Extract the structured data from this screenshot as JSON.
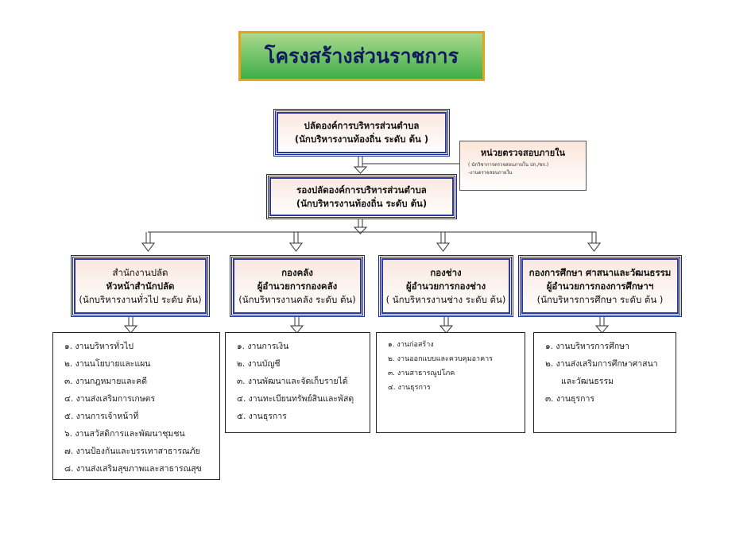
{
  "title": "โครงสร้างส่วนราชการ",
  "chief": {
    "line1": "ปลัดองค์การบริหารส่วนตำบล",
    "line2": "(นักบริหารงานท้องถิ่น ระดับ ต้น )"
  },
  "deputy": {
    "line1": "รองปลัดองค์การบริหารส่วนตำบล",
    "line2": "(นักบริหารงานท้องถิ่น ระดับ ต้น)"
  },
  "audit": {
    "title": "หน่วยตรวจสอบภายใน",
    "line1": "( นักวิชาการตรวจสอบภายใน ปก./ชก.)",
    "line2": "-งานตรวจสอบภายใน"
  },
  "departments": [
    {
      "line1": "สำนักงานปลัด",
      "line2": "หัวหน้าสำนักปลัด",
      "line3": "(นักบริหารงานทั่วไป ระดับ ต้น)",
      "items": [
        "๑. งานบริหารทั่วไป",
        "๒. งานนโยบายและแผน",
        "๓. งานกฎหมายและคดี",
        "๔. งานส่งเสริมการเกษตร",
        "๕. งานการเจ้าหน้าที่",
        "๖. งานสวัสดิการและพัฒนาชุมชน",
        "๗. งานป้องกันและบรรเทาสาธารณภัย",
        "๘. งานส่งเสริมสุขภาพและสาธารณสุข"
      ]
    },
    {
      "line1": "กองคลัง",
      "line2": "ผู้อำนวยการกองคลัง",
      "line3": "(นักบริหารงานคลัง ระดับ ต้น)",
      "items": [
        "๑. งานการเงิน",
        "๒. งานบัญชี",
        "๓. งานพัฒนาและจัดเก็บรายได้",
        "๔. งานทะเบียนทรัพย์สินและพัสดุ",
        "๕. งานธุรการ"
      ]
    },
    {
      "line1": "กองช่าง",
      "line2": "ผู้อำนวยการกองช่าง",
      "line3": "( นักบริหารงานช่าง ระดับ ต้น)",
      "items": [
        "๑. งานก่อสร้าง",
        "๒. งานออกแบบและควบคุมอาคาร",
        "๓. งานสาธารณูปโภค",
        "๔. งานธุรการ"
      ]
    },
    {
      "line1": "กองการศึกษา ศาสนาและวัฒนธรรม",
      "line2": "ผู้อำนวยการกองการศึกษาฯ",
      "line3": "(นักบริหารการศึกษา ระดับ ต้น )",
      "items": [
        "๑. งานบริหารการศึกษา",
        "๒. งานส่งเสริมการศึกษาศาสนา",
        "และวัฒนธรรม",
        "๓. งานธุรการ"
      ]
    }
  ]
}
